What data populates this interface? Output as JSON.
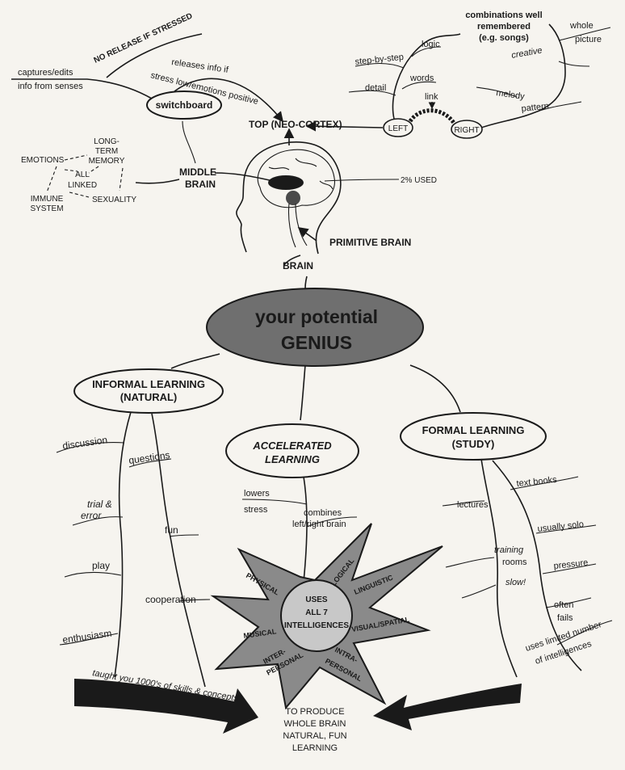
{
  "center": {
    "line1": "your potential",
    "line2": "GENIUS"
  },
  "brain": {
    "label": "BRAIN",
    "top": "TOP (NEO-CORTEX)",
    "middle1": "MIDDLE",
    "middle2": "BRAIN",
    "primitive": "PRIMITIVE BRAIN",
    "used": "2% USED",
    "switchboard": "switchboard",
    "no_release": "NO RELEASE IF STRESSED",
    "captures1": "captures/edits",
    "captures2": "info from senses",
    "releases1": "releases info if",
    "releases2": "stress low/emotions positive",
    "emotions": "EMOTIONS",
    "ltm1": "LONG-",
    "ltm2": "TERM",
    "ltm3": "MEMORY",
    "all": "ALL",
    "linked": "LINKED",
    "immune1": "IMMUNE",
    "immune2": "SYSTEM",
    "sexuality": "SEXUALITY"
  },
  "cortex": {
    "left": "LEFT",
    "right": "RIGHT",
    "link": "link",
    "combo1": "combinations well",
    "combo2": "remembered",
    "combo3": "(e.g. songs)",
    "logic": "logic",
    "step": "step-by-step",
    "words": "words",
    "detail": "detail",
    "whole": "whole",
    "picture": "picture",
    "creative": "creative",
    "melody": "melody",
    "pattern": "pattern"
  },
  "informal": {
    "title1": "INFORMAL LEARNING",
    "title2": "(NATURAL)",
    "items": [
      "discussion",
      "questions",
      "trial &",
      "error",
      "fun",
      "play",
      "cooperation",
      "enthusiasm"
    ],
    "arrow": "taught you 1000's of skills & concepts"
  },
  "accelerated": {
    "title1": "ACCELERATED",
    "title2": "LEARNING",
    "items": [
      "lowers",
      "stress",
      "combines",
      "left/right brain"
    ]
  },
  "formal": {
    "title1": "FORMAL LEARNING",
    "title2": "(STUDY)",
    "items": [
      "text books",
      "lectures",
      "usually solo",
      "training",
      "rooms",
      "pressure",
      "slow!",
      "often",
      "fails",
      "uses limited number",
      "of intelligences"
    ]
  },
  "star": {
    "center1": "USES",
    "center2": "ALL 7",
    "center3": "INTELLIGENCES",
    "points": [
      "LOGICAL",
      "LINGUISTIC",
      "VISUAL/SPATIAL",
      "INTRA-",
      "PERSONAL",
      "INTER-",
      "PERSONAL",
      "MUSICAL",
      "PHYSICAL"
    ]
  },
  "produce": [
    "TO PRODUCE",
    "WHOLE BRAIN",
    "NATURAL, FUN",
    "LEARNING"
  ],
  "colors": {
    "ink": "#1a1a1a",
    "bubble": "#6f6f6f",
    "star": "#8a8a8a",
    "star_center": "#c8c8c8",
    "paper": "#f6f4ef"
  }
}
